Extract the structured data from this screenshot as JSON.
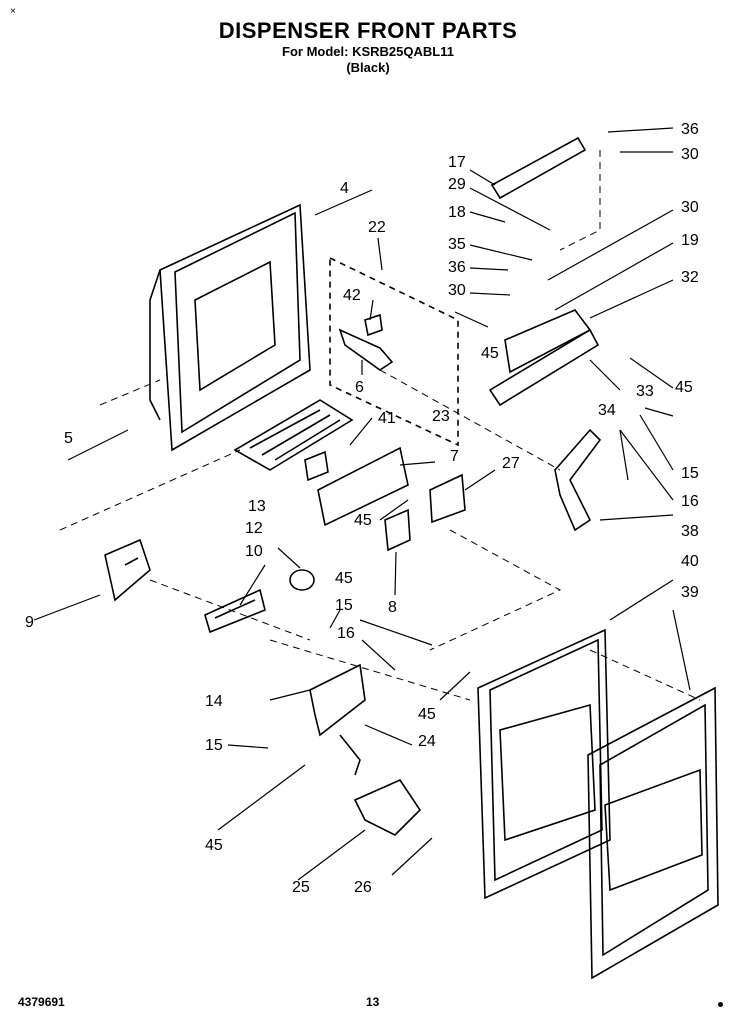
{
  "header": {
    "title": "DISPENSER FRONT PARTS",
    "model_line": "For Model: KSRB25QABL11",
    "color_line": "(Black)",
    "corner_mark": "×"
  },
  "footer": {
    "doc_number": "4379691",
    "page_number": "13"
  },
  "callouts": [
    "36",
    "30",
    "17",
    "29",
    "30",
    "18",
    "35",
    "19",
    "36",
    "32",
    "30",
    "4",
    "22",
    "42",
    "45",
    "6",
    "33",
    "45",
    "23",
    "34",
    "5",
    "41",
    "15",
    "7",
    "27",
    "16",
    "13",
    "45",
    "38",
    "12",
    "8",
    "10",
    "45",
    "40",
    "39",
    "9",
    "15",
    "16",
    "14",
    "45",
    "24",
    "15",
    "45",
    "25",
    "26"
  ]
}
